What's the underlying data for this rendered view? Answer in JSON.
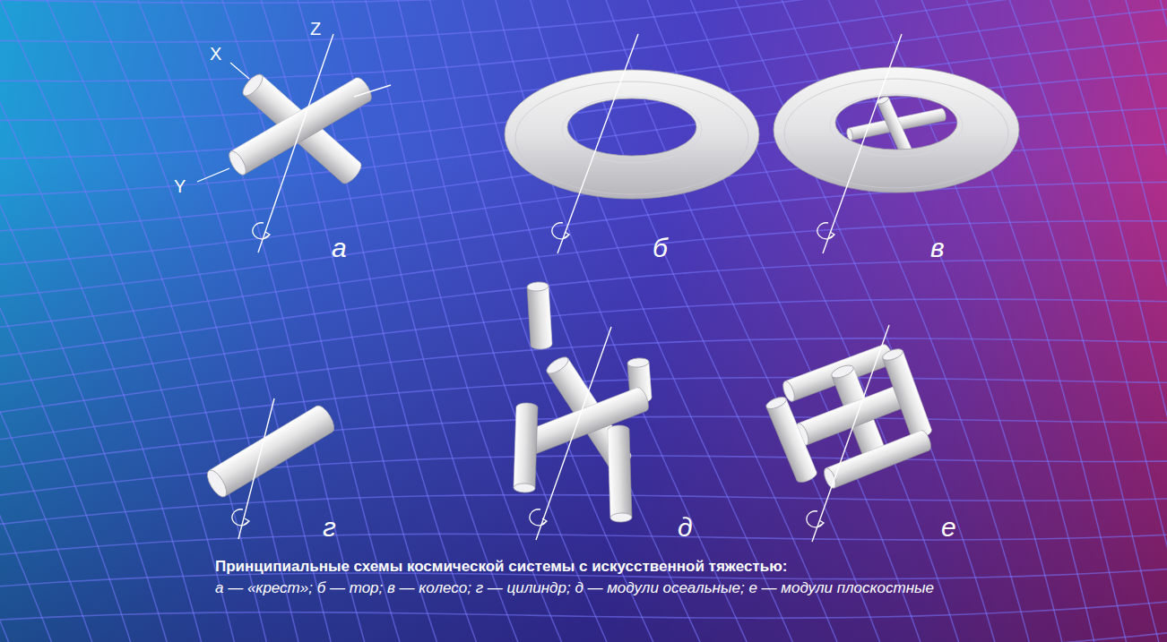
{
  "diagram": {
    "title": "Принципиальные схемы космической системы с искусственной тяжестью:",
    "caption": "а — «крест»; б — тор; в — колесо; г — цилиндр; д — модули осеальные; е — модули плоскостные",
    "labels": [
      "X",
      "Y",
      "Z",
      "а",
      "б",
      "в",
      "г",
      "д",
      "е"
    ]
  }
}
